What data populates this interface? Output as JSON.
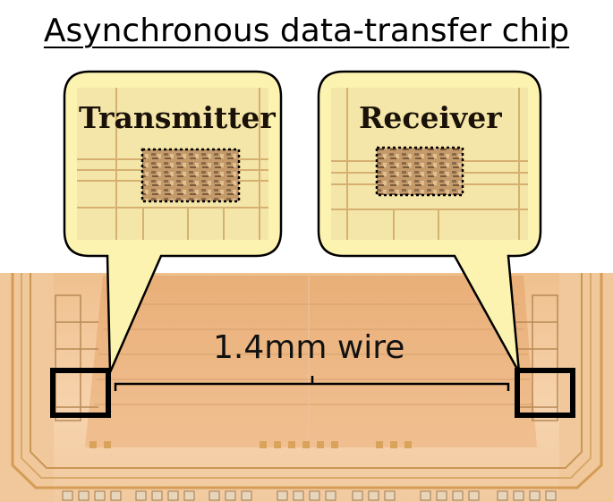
{
  "title": "Asynchronous data-transfer chip",
  "callouts": {
    "transmitter": "Transmitter",
    "receiver": "Receiver"
  },
  "wire_label": "1.4mm wire",
  "colors": {
    "chip_body": "#f4c99a",
    "die_top": "#e9b27a",
    "callout_fill": "#fdf6b8",
    "callout_stroke": "#000000",
    "trace_gold": "#d9a85c"
  }
}
